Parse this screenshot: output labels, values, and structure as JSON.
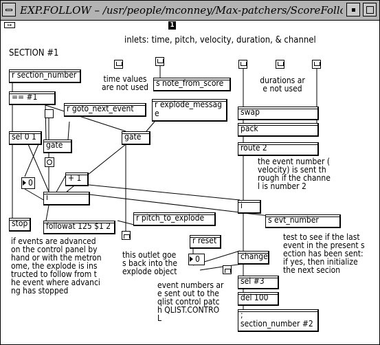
{
  "window": {
    "title": "EXP.FOLLOW – /usr/people/mconney/Max-patchers/ScoreFollowing",
    "badge": "1",
    "lock_glyph": "↦"
  },
  "comments": {
    "inlets_label": "inlets: time, pitch, velocity, duration, & channel",
    "section_label": "SECTION #1",
    "time_values": "time values\nare not used",
    "durations": "durations ar\ne not used",
    "event_number": "the event number (\nvelocity) is sent th\nrough if the channe\nl is number 2",
    "advanced": "if events are advanced\non the control panel by\nhand or with the metron\nome, the explode is ins\ntructed to follow from t\nhe event where advanci\nng has stopped",
    "outlet_goes": "this outlet goe\ns back into the\nexplode object",
    "test_last": "test to see if the last\nevent in the present s\nection has been sent:\nif yes, then initialize\nthe next secion",
    "event_numbers_sent": "event numbers ar\ne sent out to the\nqlist control patc\nh QLIST.CONTRO\nL"
  },
  "objects": {
    "r_section_number": "r section_number",
    "eq_1": "== #1",
    "r_goto_next_event": "r goto_next_event",
    "r_explode_message": "r explode_messag\ne",
    "s_note_from_score": "s note_from_score",
    "swap": "swap",
    "pack": "pack",
    "route_2": "route 2",
    "sel_0_1": "sel 0 1",
    "gate_left": "gate",
    "gate_mid": "gate",
    "plus_1": "+ 1",
    "i_left": "i",
    "i_right": "i",
    "s_evt_number": "s evt_number",
    "stop": "stop",
    "followat": "followat 125 $1 2",
    "r_pitch_to_explode": "r pitch_to_explode",
    "r_reset": "r reset",
    "change": "change",
    "sel_3": "sel #3",
    "del_100": "del 100",
    "section_msg": ";\nsection_number #2"
  },
  "numbers": {
    "num_left": "0",
    "num_reset": "0"
  }
}
